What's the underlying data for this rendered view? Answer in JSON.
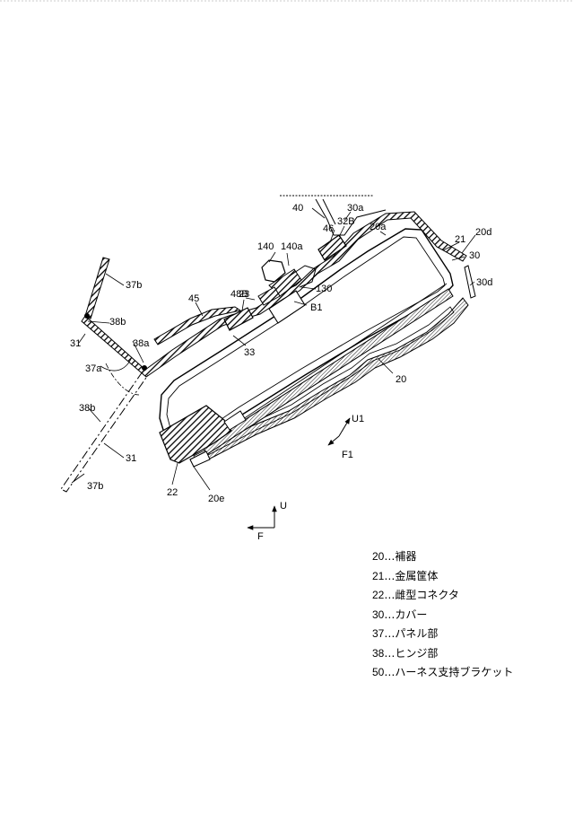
{
  "labels": {
    "l40": "40",
    "l30a": "30a",
    "l32B": "32B",
    "l46": "46",
    "l20a": "20a",
    "l20d": "20d",
    "l21": "21",
    "l30": "30",
    "l30d": "30d",
    "l140": "140",
    "l140a": "140a",
    "l130": "130",
    "l37b_top": "37b",
    "l48B": "48B",
    "l45": "45",
    "l23": "23",
    "l38b_top": "38b",
    "lB1": "B1",
    "l31_top": "31",
    "l38a": "38a",
    "l33": "33",
    "l37a": "37a",
    "l20": "20",
    "l38b_bottom": "38b",
    "lU1": "U1",
    "l31_bottom": "31",
    "lF1": "F1",
    "l37b_bottom": "37b",
    "l22": "22",
    "l20e": "20e",
    "lU": "U",
    "lF": "F"
  },
  "legend": [
    {
      "num": "20",
      "text": "…補器"
    },
    {
      "num": "21",
      "text": "…金属筐体"
    },
    {
      "num": "22",
      "text": "…雌型コネクタ"
    },
    {
      "num": "30",
      "text": "…カバー"
    },
    {
      "num": "37",
      "text": "…パネル部"
    },
    {
      "num": "38",
      "text": "…ヒンジ部"
    },
    {
      "num": "50",
      "text": "…ハーネス支持ブラケット"
    }
  ]
}
